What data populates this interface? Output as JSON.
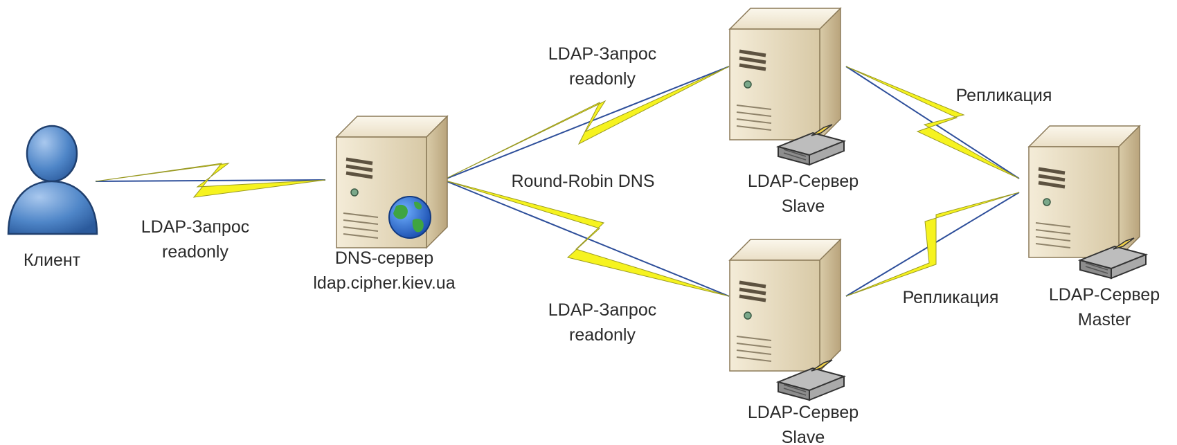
{
  "client": {
    "label": "Клиент"
  },
  "links": {
    "client_dns": {
      "line1": "LDAP-Запрос",
      "line2": "readonly"
    },
    "dns_slave1": {
      "line1": "LDAP-Запрос",
      "line2": "readonly"
    },
    "dns_slave2": {
      "line1": "LDAP-Запрос",
      "line2": "readonly"
    },
    "round_robin": "Round-Robin DNS",
    "replication_top": "Репликация",
    "replication_bottom": "Репликация"
  },
  "dns_server": {
    "line1": "DNS-сервер",
    "line2": "ldap.cipher.kiev.ua"
  },
  "slave_top": {
    "line1": "LDAP-Сервер",
    "line2": "Slave"
  },
  "slave_bottom": {
    "line1": "LDAP-Сервер",
    "line2": "Slave"
  },
  "master": {
    "line1": "LDAP-Сервер",
    "line2": "Master"
  },
  "colors": {
    "bolt": "#f6f31f",
    "link": "#2d4e9a",
    "client": "#4f86c8",
    "server": "#e8dcc2"
  }
}
